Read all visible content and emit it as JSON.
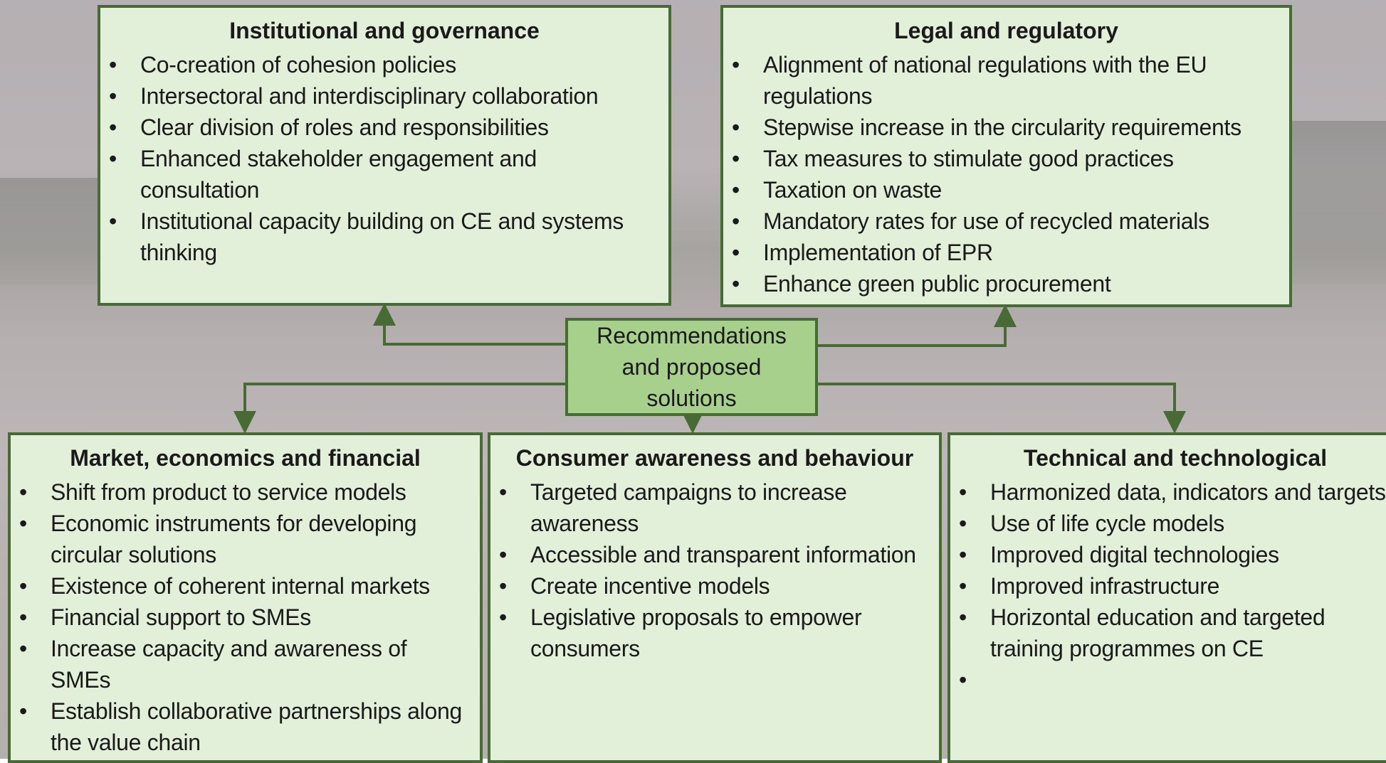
{
  "diagram": {
    "center": {
      "label": "Recommendations and proposed solutions"
    },
    "boxes": [
      {
        "title": "Institutional and governance",
        "items": [
          "Co-creation of cohesion policies",
          "Intersectoral and interdisciplinary collaboration",
          "Clear division of roles and responsibilities",
          "Enhanced stakeholder engagement and consultation",
          "Institutional capacity building on CE and systems thinking"
        ]
      },
      {
        "title": "Legal and regulatory",
        "items": [
          "Alignment of national regulations with the EU regulations",
          "Stepwise increase in the circularity requirements",
          "Tax measures to stimulate good practices",
          "Taxation on waste",
          "Mandatory rates for use of recycled materials",
          "Implementation of EPR",
          "Enhance green public procurement"
        ]
      },
      {
        "title": "Market, economics and financial",
        "items": [
          "Shift from product to service models",
          "Economic instruments for developing circular solutions",
          "Existence of coherent internal markets",
          "Financial support to SMEs",
          "Increase capacity and awareness of SMEs",
          "Establish collaborative partnerships along the value chain"
        ]
      },
      {
        "title": "Consumer awareness and behaviour",
        "items": [
          "Targeted campaigns to increase awareness",
          "Accessible and transparent information",
          "Create incentive models",
          "Legislative proposals to empower consumers"
        ]
      },
      {
        "title": "Technical and technological",
        "items": [
          "Harmonized data, indicators and targets",
          "Use of life cycle models",
          "Improved digital technologies",
          "Improved infrastructure",
          "Horizontal education and targeted training programmes on CE",
          ""
        ]
      }
    ]
  },
  "colors": {
    "box_fill": "#e2efd9",
    "center_fill": "#a8d08d",
    "border": "#486b35"
  }
}
